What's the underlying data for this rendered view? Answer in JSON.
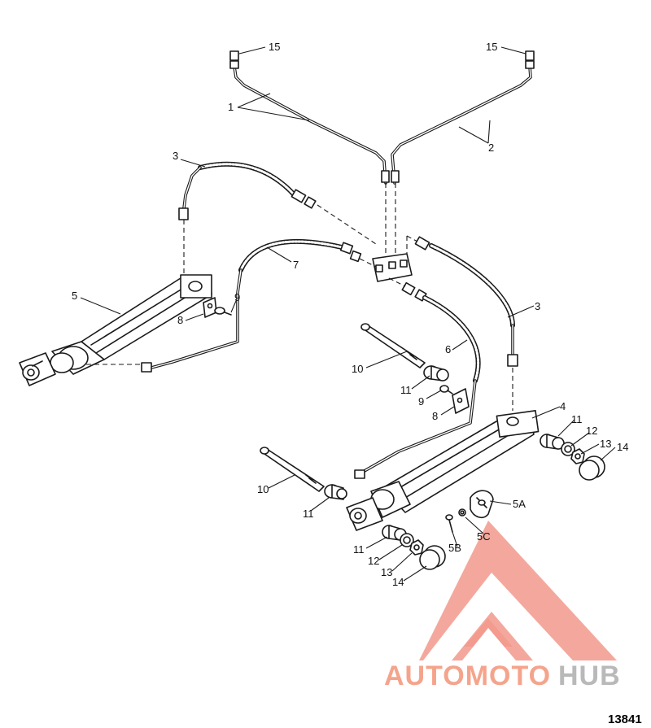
{
  "diagram": {
    "callouts": {
      "c1": "1",
      "c2": "2",
      "c3a": "3",
      "c3b": "3",
      "c4": "4",
      "c5": "5",
      "c5a": "5A",
      "c5b": "5B",
      "c5c": "5C",
      "c6": "6",
      "c7": "7",
      "c8a": "8",
      "c8b": "8",
      "c9a": "9",
      "c9b": "9",
      "c10a": "10",
      "c10b": "10",
      "c11a": "11",
      "c11b": "11",
      "c11c": "11",
      "c11d": "11",
      "c12a": "12",
      "c12b": "12",
      "c13a": "13",
      "c13b": "13",
      "c14a": "14",
      "c14b": "14",
      "c15a": "15",
      "c15b": "15"
    },
    "figure_number": "13841"
  },
  "watermark": {
    "part1": "AUTOMOTO",
    "part2": "HUB",
    "color_primary": "#f07a6a",
    "color_secondary": "#b9b9b9"
  }
}
